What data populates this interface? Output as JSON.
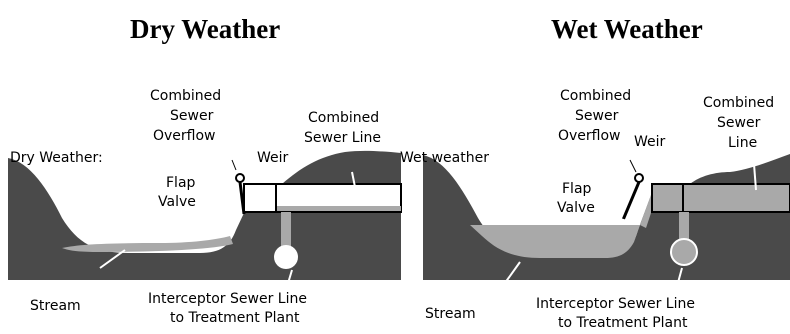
{
  "titles": {
    "dry": "Dry Weather",
    "wet": "Wet Weather"
  },
  "dry_panel": {
    "corner_label": "Dry Weather:",
    "cso_line1": "Combined",
    "cso_line2": "Sewer",
    "cso_line3": "Overflow",
    "weir": "Weir",
    "csl_line1": "Combined",
    "csl_line2": "Sewer Line",
    "flap_line1": "Flap",
    "flap_line2": "Valve",
    "stream": "Stream",
    "interceptor_line1": "Interceptor Sewer Line",
    "interceptor_line2": "to Treatment Plant"
  },
  "wet_panel": {
    "corner_label": "Wet weather",
    "cso_line1": "Combined",
    "cso_line2": "Sewer",
    "cso_line3": "Overflow",
    "weir": "Weir",
    "csl_line1": "Combined",
    "csl_line2": "Sewer",
    "csl_line3": "Line",
    "flap_line1": "Flap",
    "flap_line2": "Valve",
    "stream": "Stream",
    "interceptor_line1": "Interceptor Sewer Line",
    "interceptor_line2": "to Treatment Plant"
  },
  "colors": {
    "ground": "#4a4a4a",
    "water": "#a9a9a9",
    "pipe": "#ffffff"
  }
}
